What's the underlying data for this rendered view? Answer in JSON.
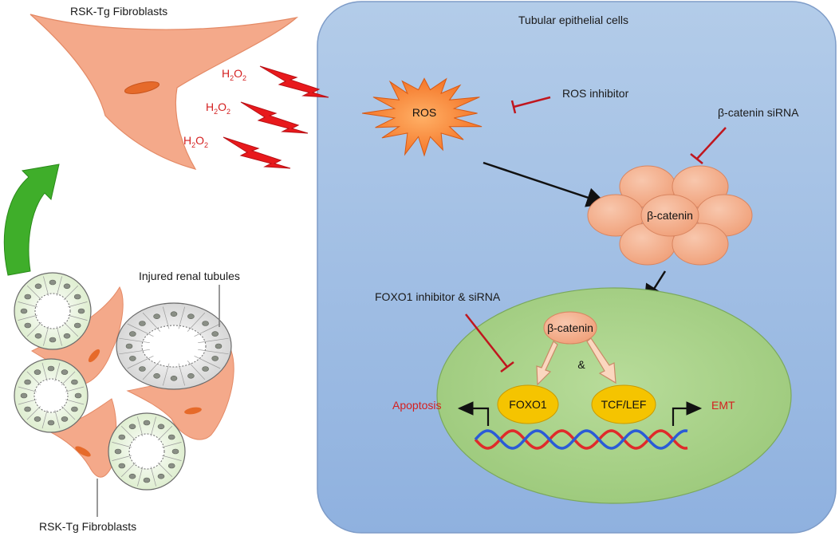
{
  "labels": {
    "fibroblast_top": "RSK-Tg  Fibroblasts",
    "fibroblast_bottom": "RSK-Tg  Fibroblasts",
    "injured_tubules": "Injured renal tubules",
    "cell_title": "Tubular epithelial cells",
    "ros": "ROS",
    "ros_inhibitor": "ROS inhibitor",
    "bcat_sirna": "β-catenin siRNA",
    "bcat_cluster": "β-catenin",
    "foxo1_inhibitor": "FOXO1 inhibitor & siRNA",
    "bcat_nucleus": "β-catenin",
    "ampersand": "&",
    "foxo1": "FOXO1",
    "tcf_lef": "TCF/LEF",
    "apoptosis": "Apoptosis",
    "emt": "EMT"
  },
  "h2o2": [
    {
      "main": "H",
      "sub1": "2",
      "mid": "O",
      "sub2": "2"
    },
    {
      "main": "H",
      "sub1": "2",
      "mid": "O",
      "sub2": "2"
    },
    {
      "main": "H",
      "sub1": "2",
      "mid": "O",
      "sub2": "2"
    }
  ],
  "colors": {
    "cell_fill": "#a9c4e6",
    "nucleus_fill": "#a9d18e",
    "fibroblast": "#f4a98a",
    "bcatenin": "#f4b393",
    "foxo_tcf": "#f5c400",
    "ros": "#f27a2a",
    "lightning": "#e8191c",
    "inhibitor": "#c0161e",
    "green_arrow": "#3fae2a",
    "tubule_green": "#e5f2d8",
    "tubule_grey": "#e3e3e3",
    "dna_red": "#e02a2a",
    "dna_blue": "#2a5bd7"
  }
}
